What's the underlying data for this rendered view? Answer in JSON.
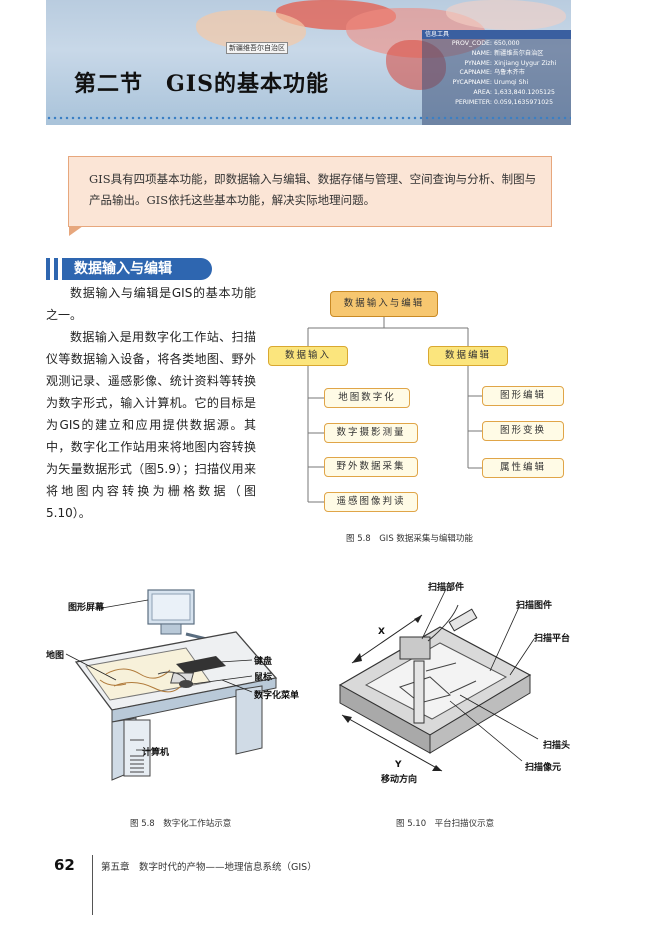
{
  "header": {
    "title": "第二节　GIS的基本功能",
    "map_label": "新疆维吾尔自治区",
    "info_panel": {
      "heading": "信息工具",
      "rows": [
        {
          "key": "PROV_CODE:",
          "value": "650,000"
        },
        {
          "key": "NAME:",
          "value": "新疆维吾尔自治区"
        },
        {
          "key": "PYNAME:",
          "value": "Xinjiang Uygur Zizhi"
        },
        {
          "key": "CAPNAME:",
          "value": "乌鲁木齐市"
        },
        {
          "key": "PYCAPNAME:",
          "value": "Urumqi Shi"
        },
        {
          "key": "AREA:",
          "value": "1,633,840.1205125"
        },
        {
          "key": "PERIMETER:",
          "value": "0.059,1635971025"
        }
      ]
    }
  },
  "intro": "GIS具有四项基本功能，即数据输入与编辑、数据存储与管理、空间查询与分析、制图与产品输出。GIS依托这些基本功能，解决实际地理问题。",
  "section": {
    "heading": "数据输入与编辑",
    "paragraphs": [
      "数据输入与编辑是GIS的基本功能之一。",
      "数据输入是用数字化工作站、扫描仪等数据输入设备，将各类地图、野外观测记录、遥感影像、统计资料等转换为数字形式，输入计算机。它的目标是为GIS的建立和应用提供数据源。其中，数字化工作站用来将地图内容转换为矢量数据形式（图5.9）；扫描仪用来将地图内容转换为栅格数据（图5.10）。"
    ]
  },
  "flowchart": {
    "root": "数据输入与编辑",
    "left": {
      "label": "数据输入",
      "items": [
        "地图数字化",
        "数字摄影测量",
        "野外数据采集",
        "遥感图像判读"
      ]
    },
    "right": {
      "label": "数据编辑",
      "items": [
        "图形编辑",
        "图形变换",
        "属性编辑"
      ]
    },
    "caption": "图 5.8　GIS 数据采集与编辑功能"
  },
  "figure_59": {
    "labels": {
      "screen": "图形屏幕",
      "map": "地图",
      "keyboard": "键盘",
      "mouse": "鼠标",
      "digitizer": "数字化菜单",
      "computer": "计算机"
    },
    "caption": "图 5.8　数字化工作站示意"
  },
  "figure_510": {
    "labels": {
      "scan_part": "扫描部件",
      "scan_image": "扫描图件",
      "scan_platform": "扫描平台",
      "x_axis": "X",
      "y_axis": "Y",
      "move_dir": "移动方向",
      "scan_head": "扫描头",
      "scan_pixel": "扫描像元"
    },
    "caption": "图 5.10　平台扫描仪示意"
  },
  "footer": {
    "page_number": "62",
    "chapter": "第五章　数字时代的产物——地理信息系统（GIS）"
  },
  "colors": {
    "accent_blue": "#2e66b0",
    "intro_bg": "#fbe5d6",
    "node_fill": "#fffbe6",
    "node_border": "#e0a548"
  }
}
